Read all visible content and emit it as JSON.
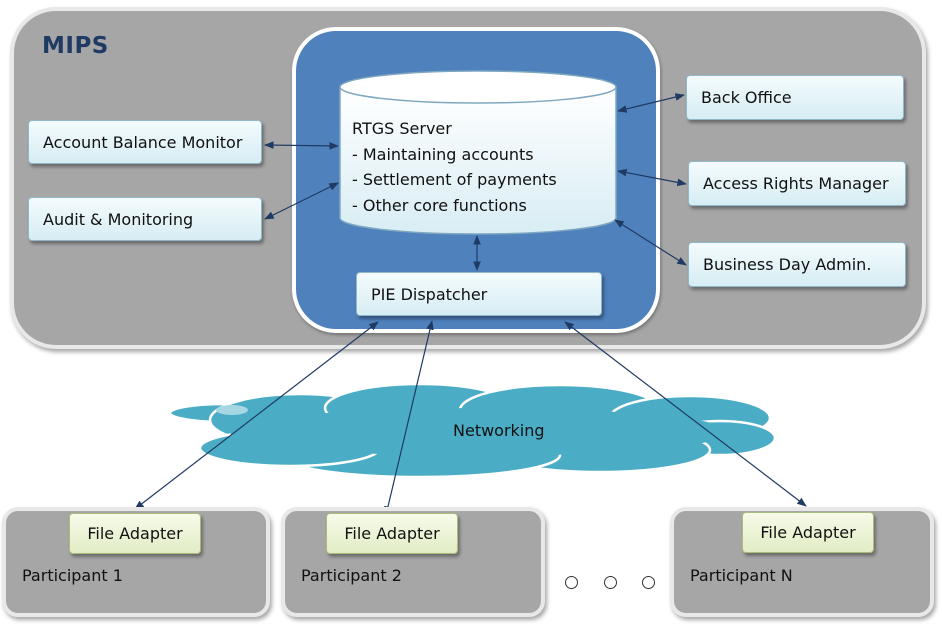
{
  "title": "MIPS",
  "server": {
    "title": "RTGS Server",
    "lines": [
      "- Maintaining accounts",
      "- Settlement of payments",
      "- Other core functions"
    ]
  },
  "dispatcher": "PIE Dispatcher",
  "left_boxes": [
    "Account Balance Monitor",
    "Audit & Monitoring"
  ],
  "right_boxes": [
    "Back Office",
    "Access Rights Manager",
    "Business Day Admin."
  ],
  "network": "Networking",
  "participants": [
    {
      "adapter": "File Adapter",
      "name": "Participant 1"
    },
    {
      "adapter": "File Adapter",
      "name": "Participant 2"
    },
    {
      "adapter": "File Adapter",
      "name": "Participant N"
    }
  ],
  "colors": {
    "mips_panel": "#a6a6a6",
    "core_panel": "#4f81bd",
    "cloud": "#4bacc6",
    "title": "#1f3a63",
    "arrow": "#1f3a63"
  }
}
